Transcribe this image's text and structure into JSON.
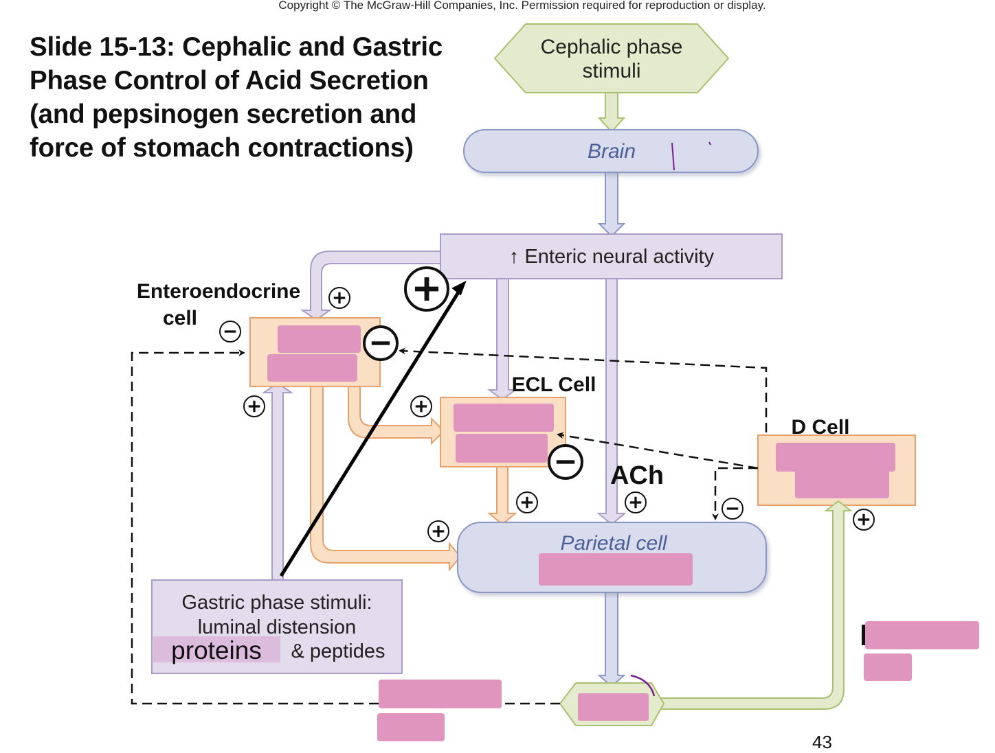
{
  "copyright": "Copyright © The McGraw-Hill Companies, Inc. Permission required for reproduction or display.",
  "slide_title": "Slide 15-13: Cephalic and Gastric Phase Control of Acid Secretion (and pepsinogen secretion and force of stomach contractions)",
  "page_number": "43",
  "colors": {
    "green_fill": "#e4ebcc",
    "green_stroke": "#a8c070",
    "blue_fill": "#d9dcec",
    "blue_stroke": "#8a96c4",
    "blue_text": "#4a5e9a",
    "lavender_fill": "#e2dcec",
    "lavender_stroke": "#a99cc8",
    "peach_fill": "#fadfc4",
    "peach_stroke": "#e8a06a",
    "redaction_pink": "#df95bd",
    "highlight_lilac": "#dcbcdc",
    "annotation_purple": "#7a1e8a"
  },
  "nodes": {
    "cephalic": {
      "line1": "Cephalic phase",
      "line2": "stimuli"
    },
    "brain": {
      "label": "Brain"
    },
    "enteric": {
      "label": "↑ Enteric neural activity"
    },
    "enteroendocrine": {
      "line1": "Enteroendocrine",
      "line2": "cell"
    },
    "ecl": {
      "label": "ECL Cell"
    },
    "d_cell": {
      "label": "D Cell"
    },
    "parietal": {
      "label": "Parietal cell"
    },
    "ach": {
      "label": "ACh"
    },
    "gastric": {
      "line1": "Gastric phase stimuli:",
      "line2": "luminal distension",
      "line3a": "proteins",
      "line3b": "& peptides"
    }
  },
  "signs": {
    "plus": "+",
    "minus": "−"
  }
}
